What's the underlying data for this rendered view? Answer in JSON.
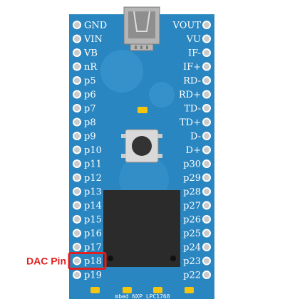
{
  "board": {
    "name_text": "mbed NXP LPC1768",
    "left_pins": [
      "GND",
      "VIN",
      "VB",
      "nR",
      "p5",
      "p6",
      "p7",
      "p8",
      "p9",
      "p10",
      "p11",
      "p12",
      "p13",
      "p14",
      "p15",
      "p16",
      "p17",
      "p18",
      "p19"
    ],
    "right_pins": [
      "VOUT",
      "VU",
      "IF-",
      "IF+",
      "RD-",
      "RD+",
      "TD-",
      "TD+",
      "D-",
      "D+",
      "p30",
      "p29",
      "p28",
      "p27",
      "p26",
      "p25",
      "p24",
      "p23",
      "p22"
    ],
    "highlight": {
      "pin": "p18",
      "label": "DAC Pin",
      "color": "#e02020"
    }
  },
  "colors": {
    "board": "#2a86c0",
    "board_circle": "#3a93cc",
    "pad": "#c9cacb",
    "pad_ring": "#ffffff",
    "led": "#f4c40f",
    "chip": "#2b2b2b",
    "button": "#333333",
    "usb": "#9a9a9a"
  }
}
